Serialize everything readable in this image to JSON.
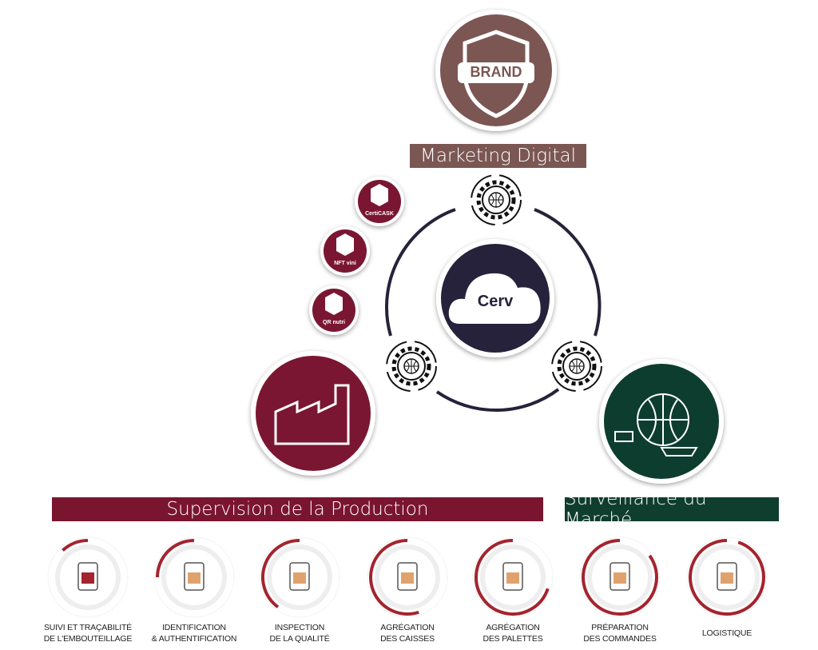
{
  "hub": {
    "center_label": "Cerv",
    "brand_label": "BRAND",
    "marketing_label": "Marketing Digital"
  },
  "modules": [
    {
      "label": "CertiCASK"
    },
    {
      "label": "NFT vini"
    },
    {
      "label": "QR nutri"
    }
  ],
  "banners": {
    "production": "Supervision de la Production",
    "market": "Surveillance du Marché"
  },
  "steps": [
    {
      "line1": "SUIVI ET TRAÇABILITÉ",
      "line2": "DE L'EMBOUTEILLAGE",
      "progress": 0.12
    },
    {
      "line1": "IDENTIFICATION",
      "line2": "& AUTHENTIFICATION",
      "progress": 0.25
    },
    {
      "line1": "INSPECTION",
      "line2": "DE LA QUALITÉ",
      "progress": 0.4
    },
    {
      "line1": "AGRÉGATION",
      "line2": "DES CAISSES",
      "progress": 0.55
    },
    {
      "line1": "AGRÉGATION",
      "line2": "DES PALETTES",
      "progress": 0.7
    },
    {
      "line1": "PRÉPARATION",
      "line2": "DES COMMANDES",
      "progress": 0.85
    },
    {
      "line1": "LOGISTIQUE",
      "line2": "",
      "progress": 0.95
    }
  ],
  "colors": {
    "maroon": "#7a1530",
    "brand": "#7b5753",
    "green": "#0f3d2e",
    "navy": "#25233a",
    "orange": "#e0a26d"
  }
}
